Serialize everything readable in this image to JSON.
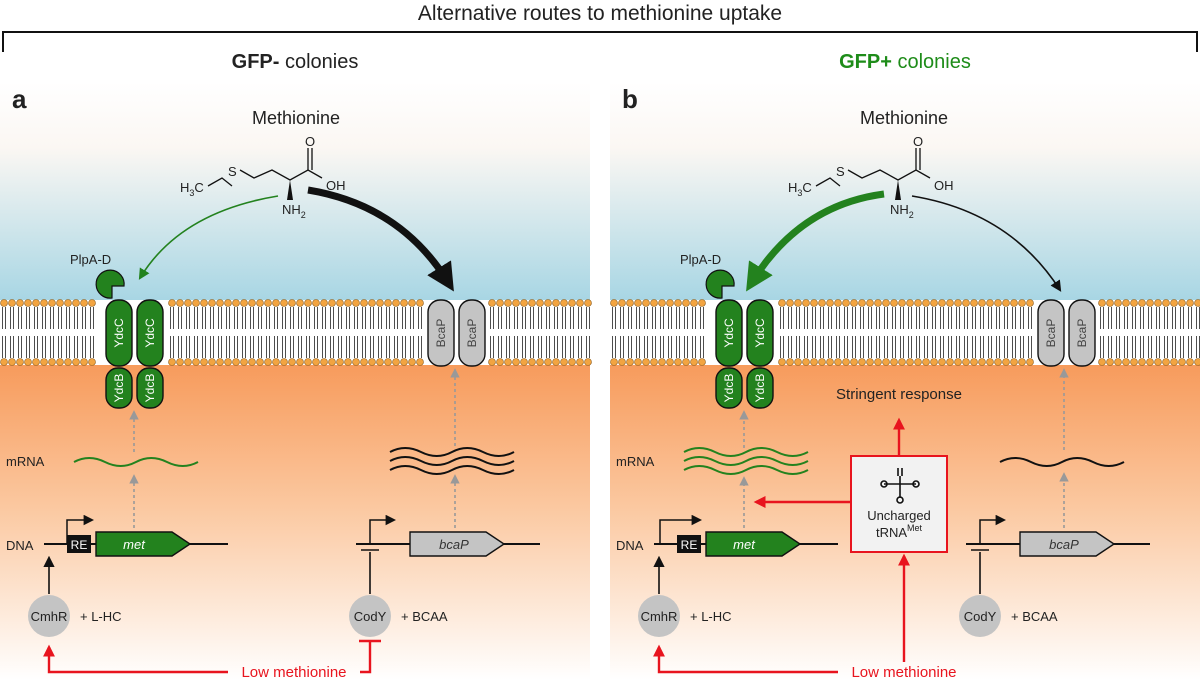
{
  "title": "Alternative routes to methionine uptake",
  "colors": {
    "green": "#23821e",
    "green_text": "#1e8c19",
    "red": "#e8141e",
    "grey_protein": "#c4c4c4",
    "lipid_head": "#f2a441",
    "cytoplasm": "#f9a36b",
    "extracellular": "#a8d6e4"
  },
  "panels": {
    "a": {
      "letter": "a",
      "title_bold": "GFP-",
      "title_rest": " colonies",
      "methionine": "Methionine",
      "plpa": "PlpA-D",
      "ydcc1": "YdcC",
      "ydcc2": "YdcC",
      "ydcb1": "YdcB",
      "ydcb2": "YdcB",
      "bcap1": "BcaP",
      "bcap2": "BcaP",
      "mrna": "mRNA",
      "dna": "DNA",
      "re": "RE",
      "met_gene": "met",
      "bcap_gene": "bcaP",
      "cmhr": "CmhR",
      "lhc": "+ L-HC",
      "cody": "CodY",
      "bcaa": "+ BCAA",
      "low_met": "Low methionine"
    },
    "b": {
      "letter": "b",
      "title_bold": "GFP+",
      "title_rest": " colonies",
      "methionine": "Methionine",
      "plpa": "PlpA-D",
      "ydcc1": "YdcC",
      "ydcc2": "YdcC",
      "ydcb1": "YdcB",
      "ydcb2": "YdcB",
      "bcap1": "BcaP",
      "bcap2": "BcaP",
      "mrna": "mRNA",
      "dna": "DNA",
      "re": "RE",
      "met_gene": "met",
      "bcap_gene": "bcaP",
      "cmhr": "CmhR",
      "lhc": "+ L-HC",
      "cody": "CodY",
      "bcaa": "+ BCAA",
      "low_met": "Low methionine",
      "stringent": "Stringent response",
      "trna_line1": "Uncharged",
      "trna_line2": "tRNA",
      "trna_sup": "Met"
    }
  },
  "molecule": {
    "h3c": "H",
    "h3c_sub": "3",
    "h3c_c": "C",
    "s": "S",
    "o": "O",
    "oh": "OH",
    "nh": "NH",
    "nh_sub": "2"
  }
}
